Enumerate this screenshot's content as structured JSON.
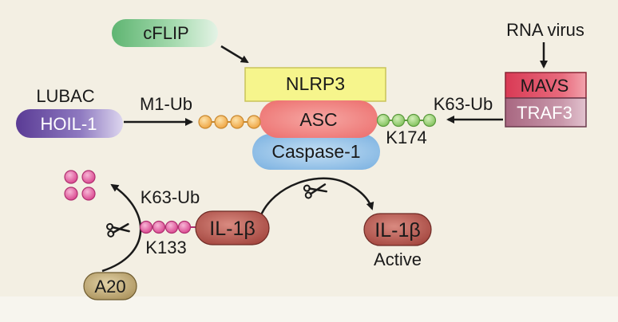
{
  "nodes": {
    "cflip": "cFLIP",
    "rna_virus": "RNA virus",
    "nlrp3": "NLRP3",
    "asc": "ASC",
    "caspase1": "Caspase-1",
    "lubac": "LUBAC",
    "hoil1": "HOIL-1",
    "mavs": "MAVS",
    "traf3": "TRAF3",
    "il1b_pro": "IL-1β",
    "il1b_active": "IL-1β",
    "a20": "A20"
  },
  "labels": {
    "m1_ub": "M1-Ub",
    "k63_ub_right": "K63-Ub",
    "k174": "K174",
    "k63_ub_left": "K63-Ub",
    "k133": "K133",
    "active": "Active"
  },
  "icons": {
    "scissors_1": "scissors-icon",
    "scissors_2": "scissors-icon"
  },
  "colors": {
    "background": "#f3efe3",
    "cflip": "#7cc48a",
    "nlrp3": "#f6f58c",
    "asc": "#f07d7b",
    "caspase1": "#8fc0e6",
    "hoil1": "#6a4ca0",
    "mavs": "#e0485e",
    "traf3": "#b98096",
    "il1b": "#a9473f",
    "a20": "#b7a068",
    "ub_m1": "#f2b24d",
    "ub_k174": "#8ccc6a",
    "ub_k63_il1b": "#e0559a"
  }
}
